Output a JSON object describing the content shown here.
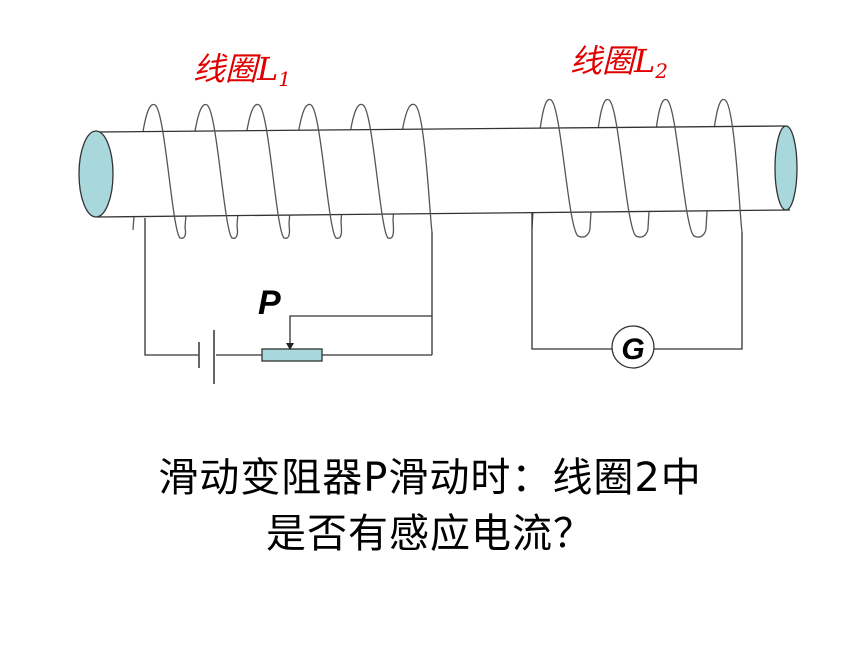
{
  "coil1": {
    "prefix": "线圈",
    "letter": "L",
    "sub": "1"
  },
  "coil2": {
    "prefix": "线圈",
    "letter": "L",
    "sub": "2"
  },
  "slider_label": "P",
  "galvanometer_label": "G",
  "question": {
    "line1": "滑动变阻器P滑动时：线圈2中",
    "line2": "是否有感应电流？"
  },
  "colors": {
    "coil_label": "#e00000",
    "tube_end": "#a9d8dc",
    "rheostat": "#a9d8dc",
    "wire": "#333333"
  }
}
